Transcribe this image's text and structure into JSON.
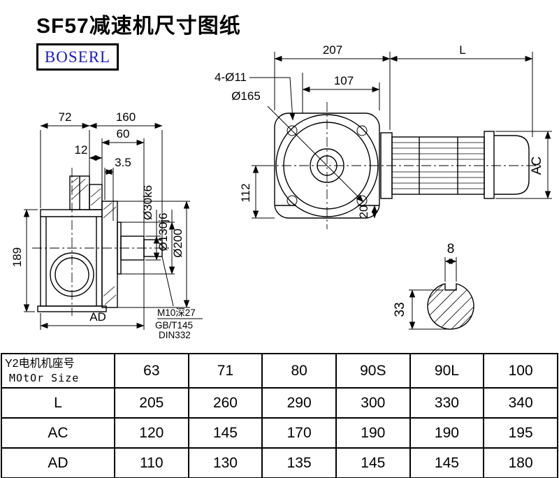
{
  "page": {
    "title": "SF57减速机尺寸图纸",
    "brand": "BOSERL"
  },
  "side_view": {
    "dim_72": "72",
    "dim_160": "160",
    "dim_60": "60",
    "dim_12": "12",
    "dim_3_5": "3.5",
    "dim_189": "189",
    "dim_ad": "AD",
    "dim_shaft": "Ø30k6",
    "dim_spigot": "Ø130j6",
    "dim_flange": "Ø200",
    "note_1": "M10深27",
    "note_2": "GB/T145",
    "note_3": "DIN332"
  },
  "front_view": {
    "dim_207": "207",
    "dim_l": "L",
    "dim_holes": "4-Ø11",
    "dim_107": "107",
    "dim_165": "Ø165",
    "dim_112": "112",
    "dim_20": "20",
    "dim_ac": "AC"
  },
  "shaft_section": {
    "dim_8": "8",
    "dim_33": "33"
  },
  "table": {
    "row_header_cn": "Y2电机机座号",
    "row_header_en": "MOtOr Size",
    "sizes": [
      "63",
      "71",
      "80",
      "90S",
      "90L",
      "100"
    ],
    "rows": [
      {
        "label": "L",
        "values": [
          "205",
          "260",
          "290",
          "300",
          "330",
          "340"
        ]
      },
      {
        "label": "AC",
        "values": [
          "120",
          "145",
          "170",
          "190",
          "190",
          "195"
        ]
      },
      {
        "label": "AD",
        "values": [
          "110",
          "130",
          "135",
          "145",
          "145",
          "180"
        ]
      }
    ]
  }
}
